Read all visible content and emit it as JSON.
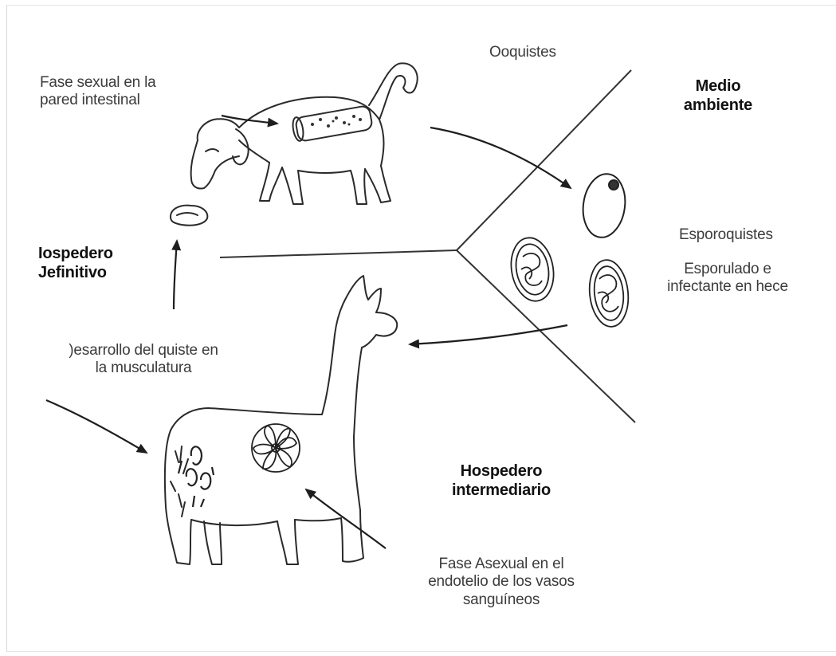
{
  "labels": {
    "ooquistes": "Ooquistes",
    "fase_sexual_1": "Fase sexual en la",
    "fase_sexual_2": "pared intestinal",
    "medio_1": "Medio",
    "medio_2": "ambiente",
    "esporoquistes": "Esporoquistes",
    "esporulado_1": "Esporulado e",
    "esporulado_2": "infectante en hece",
    "hosp_def_1": "Iospedero",
    "hosp_def_2": "Jefinitivo",
    "desarrollo_1": ")esarrollo del quiste en",
    "desarrollo_2": "la musculatura",
    "hosp_int_1": "Hospedero",
    "hosp_int_2": "intermediario",
    "fase_asexual_1": "Fase Asexual en el",
    "fase_asexual_2": "endotelio de los vasos",
    "fase_asexual_3": "sanguíneos"
  }
}
